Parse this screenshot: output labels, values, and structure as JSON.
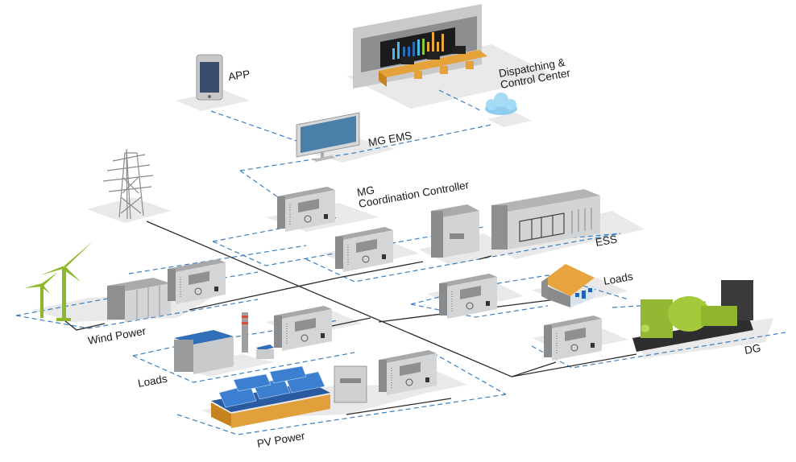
{
  "diagram": {
    "title": "Microgrid System Architecture",
    "labels": {
      "app": "APP",
      "dispatch_line1": "Dispatching &",
      "dispatch_line2": "Control Center",
      "mg_ems": "MG EMS",
      "mgcc_line1": "MG",
      "mgcc_line2": "Coordination Controller",
      "ess": "ESS",
      "loads_house": "Loads",
      "dg": "DG",
      "wind": "Wind Power",
      "loads_factory": "Loads",
      "pv": "PV Power"
    },
    "colors": {
      "comm_link": "#3a7fc0",
      "power_line": "#2a2a2a",
      "device_gray": "#c9cacc",
      "wind_green": "#8cb82a",
      "dg_green": "#9cc231",
      "roof_orange": "#e7a43d",
      "desk_orange": "#e5a33c",
      "cloud_blue": "#9fd6f4",
      "pv_blue": "#2f6fb8"
    }
  }
}
